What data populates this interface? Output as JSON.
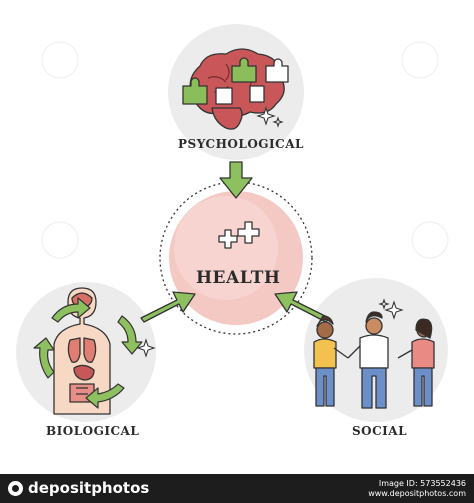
{
  "diagram": {
    "center_label": "HEALTH",
    "factors": {
      "psychological": "PSYCHOLOGICAL",
      "biological": "BIOLOGICAL",
      "social": "SOCIAL"
    }
  },
  "footer": {
    "brand": "depositphotos",
    "image_id": "Image ID: 573552436",
    "site": "www.depositphotos.com"
  },
  "colors": {
    "center_fill": "#f4c9c4",
    "factor_fill": "#ececec",
    "arrow_green": "#8fc060",
    "brain_pink": "#c9575a",
    "puzzle_green": "#8bbd5a"
  },
  "icons": [
    "brain-puzzle-icon",
    "medical-cross-icon",
    "human-organs-icon",
    "people-handshake-icon",
    "sparkle-icon"
  ]
}
